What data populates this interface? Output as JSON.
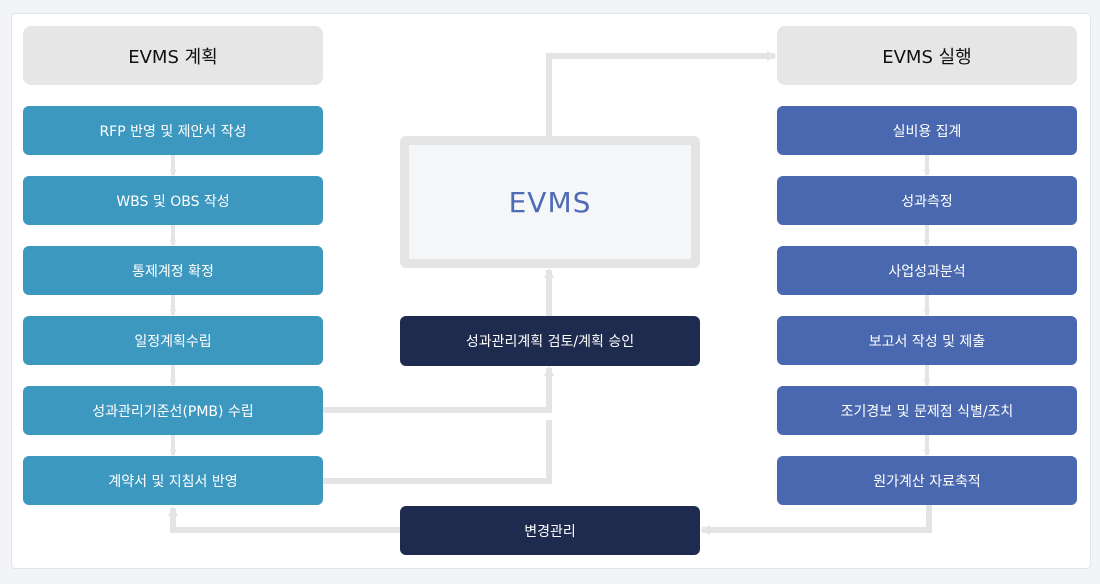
{
  "plan": {
    "header": "EVMS 계획",
    "steps": [
      "RFP 반영 및 제안서 작성",
      "WBS 및 OBS 작성",
      "통제계정 확정",
      "일정계획수립",
      "성과관리기준선(PMB) 수립",
      "계약서 및 지침서 반영"
    ]
  },
  "exec": {
    "header": "EVMS 실행",
    "steps": [
      "실비용 집계",
      "성과측정",
      "사업성과분석",
      "보고서 작성 및 제출",
      "조기경보 및 문제점 식별/조치",
      "원가계산 자료축적"
    ]
  },
  "center": {
    "title": "EVMS",
    "approval": "성과관리계획 검토/계획 승인",
    "change": "변경관리"
  },
  "colors": {
    "plan_step": "#3d98c0",
    "exec_step": "#4a68af",
    "dark_box": "#1f2a4f",
    "header_box": "#e6e6e6",
    "evms_text": "#4e6bb6",
    "connector": "#e4e4e4"
  }
}
